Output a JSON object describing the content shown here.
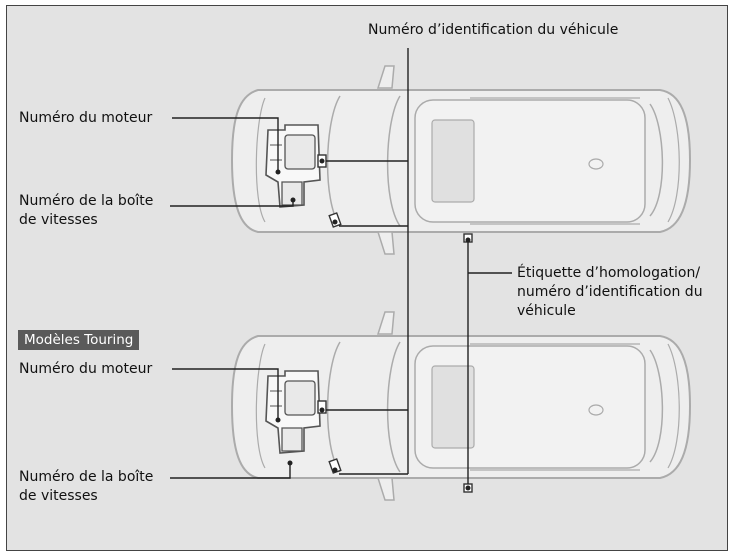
{
  "labels": {
    "vin_top": "Numéro d’identification du véhicule",
    "engine_1": "Numéro du moteur",
    "gearbox_1_line1": "Numéro de la boîte",
    "gearbox_1_line2": "de vitesses",
    "cert_line1": "Étiquette d’homologation/",
    "cert_line2": "numéro d’identification du",
    "cert_line3": "véhicule",
    "touring_badge": "Modèles Touring",
    "engine_2": "Numéro du moteur",
    "gearbox_2_line1": "Numéro de la boîte",
    "gearbox_2_line2": "de vitesses"
  },
  "colors": {
    "background": "#e3e3e3",
    "car_outline": "#ababab",
    "car_fill": "#eeeeee",
    "leader_line": "#222222",
    "badge": "#5a5a5a"
  }
}
